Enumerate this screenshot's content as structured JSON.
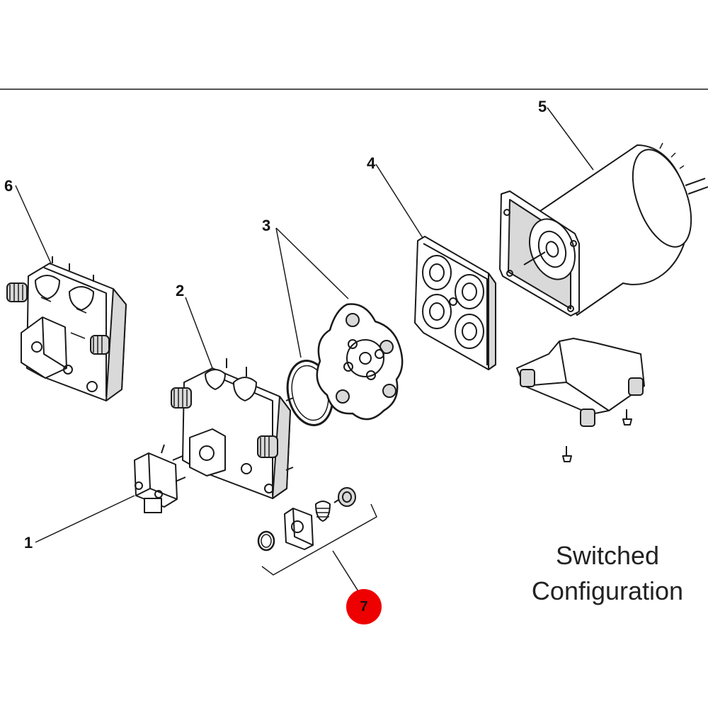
{
  "callouts": {
    "c1": "1",
    "c2": "2",
    "c3": "3",
    "c4": "4",
    "c5": "5",
    "c6": "6"
  },
  "badge": {
    "label": "7",
    "color": "#ee0000"
  },
  "caption": {
    "line1": "Switched",
    "line2": "Configuration"
  },
  "colors": {
    "line": "#1a1a1a",
    "fill": "#ffffff",
    "shade": "#d9d9d9"
  }
}
